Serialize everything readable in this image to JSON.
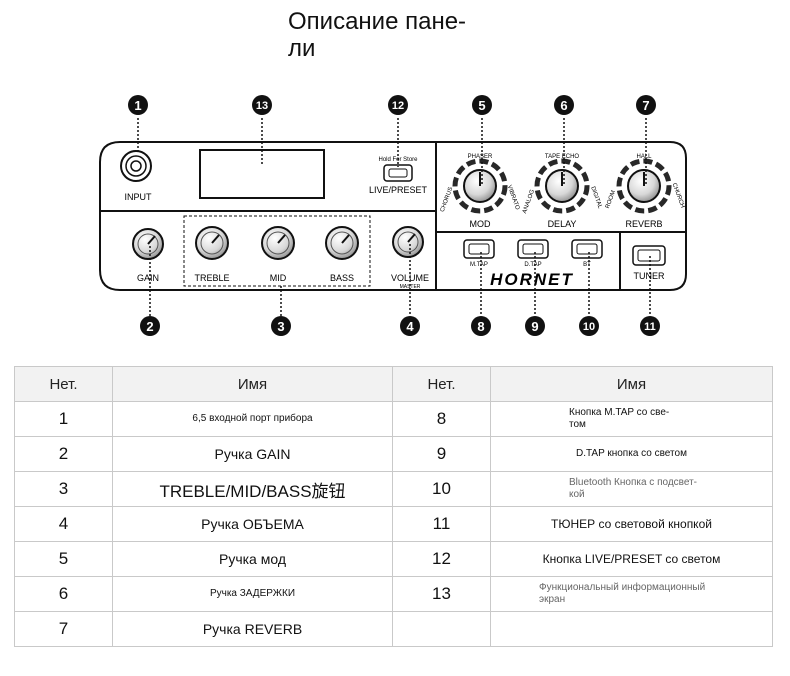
{
  "title": "Описание пане-\nли",
  "panel": {
    "input": "INPUT",
    "hold_for_store": "Hold For Store",
    "live_preset": "LIVE/PRESET",
    "gain": "GAIN",
    "treble": "TREBLE",
    "mid": "MID",
    "bass": "BASS",
    "volume": "VOLUME",
    "master": "MASTER",
    "mod": "MOD",
    "delay": "DELAY",
    "reverb": "REVERB",
    "mod_ring": {
      "phaser": "PHASER",
      "chorus": "CHORUS",
      "vibrato": "VIBRATO"
    },
    "delay_ring": {
      "tape_echo": "TAPE ECHO",
      "analog": "ANALOG",
      "digital": "DIGITAL"
    },
    "reverb_ring": {
      "hall": "HALL",
      "room": "ROOM",
      "church": "CHURCH"
    },
    "m_tap": "M.TAP",
    "d_tap": "D.TAP",
    "bt": "BT",
    "brand": "HORNET",
    "tuner": "TUNER"
  },
  "callouts": [
    "1",
    "2",
    "3",
    "4",
    "5",
    "6",
    "7",
    "8",
    "9",
    "10",
    "11",
    "12",
    "13"
  ],
  "table": {
    "headers": [
      "Нет.",
      "Имя",
      "Нет.",
      "Имя"
    ],
    "rows": [
      {
        "n1": "1",
        "name1": "6,5 входной порт прибора",
        "n2": "8",
        "name2": "Кнопка M.TAP со све-\nтом"
      },
      {
        "n1": "2",
        "name1": "Ручка GAIN",
        "n2": "9",
        "name2": "D.TAP кнопка со светом"
      },
      {
        "n1": "3",
        "name1": "TREBLE/MID/BASS旋钮",
        "n2": "10",
        "name2": "Bluetooth Кнопка с подсвет-\nкой"
      },
      {
        "n1": "4",
        "name1": "Ручка ОБЪЕМА",
        "n2": "11",
        "name2": "ТЮНЕР со световой кнопкой"
      },
      {
        "n1": "5",
        "name1": "Ручка мод",
        "n2": "12",
        "name2": "Кнопка LIVE/PRESET со светом"
      },
      {
        "n1": "6",
        "name1": "Ручка ЗАДЕРЖКИ",
        "n2": "13",
        "name2": "Функциональный информационный\nэкран"
      },
      {
        "n1": "7",
        "name1": "Ручка REVERB",
        "n2": "",
        "name2": ""
      }
    ]
  }
}
